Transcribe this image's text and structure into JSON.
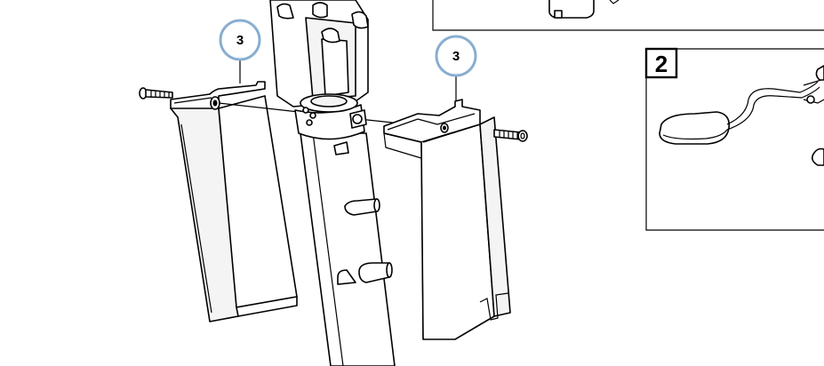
{
  "callouts": [
    {
      "label": "3",
      "ring_color": "#8aaed0"
    },
    {
      "label": "3",
      "ring_color": "#8aaed0"
    }
  ],
  "inset_box": {
    "label": "2"
  },
  "colors": {
    "line": "#000000",
    "background": "#ffffff",
    "callout_ring": "#8aaed0"
  }
}
